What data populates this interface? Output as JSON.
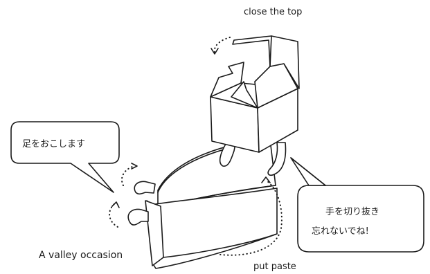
{
  "labels": {
    "close_top": "close the top",
    "raise_legs": "足をおこします",
    "cut_reminder_line1": "手を切り抜き",
    "cut_reminder_line2": "忘れないでね!",
    "valley_fold": "A valley occasion",
    "put_paste": "put paste"
  },
  "colors": {
    "ink": "#1a1a1a",
    "paper": "#ffffff"
  },
  "icons": [
    "curved-dotted-arrow-icon",
    "arrowhead-icon"
  ]
}
